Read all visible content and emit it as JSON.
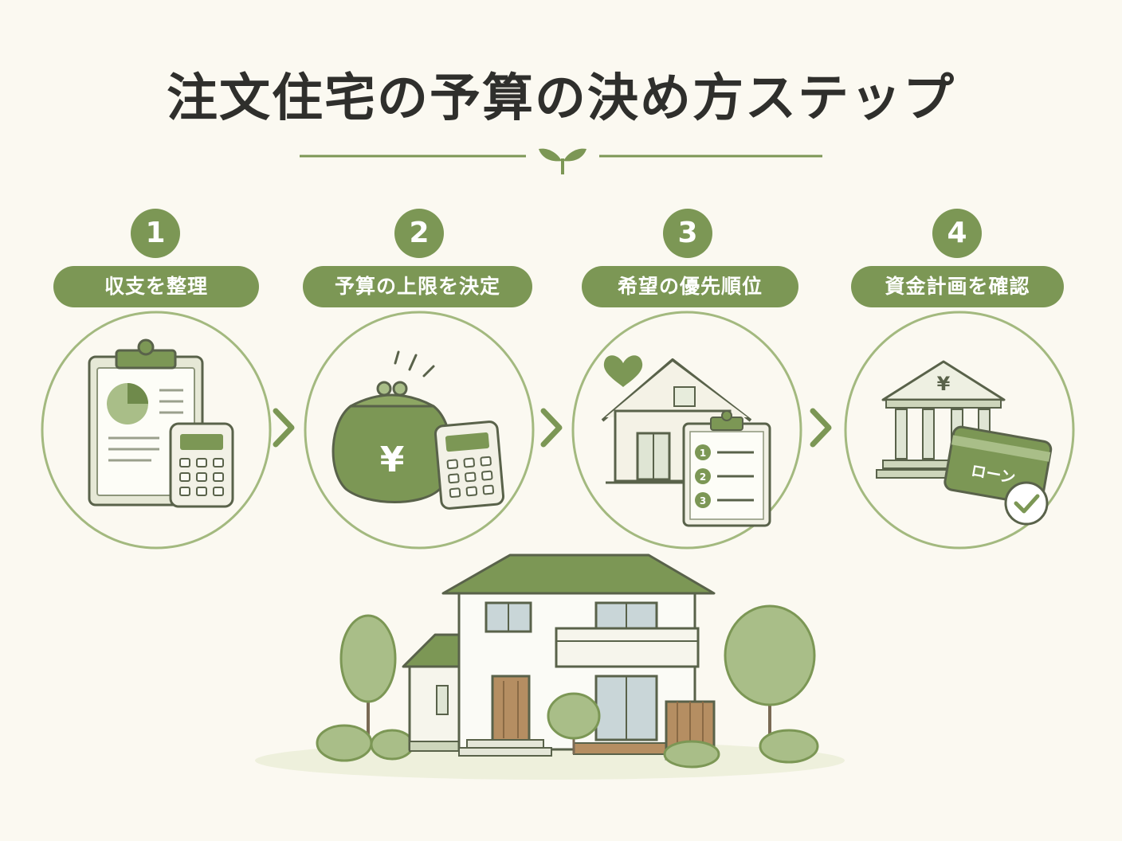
{
  "title": "注文住宅の予算の決め方ステップ",
  "colors": {
    "background": "#fbf9f1",
    "accent": "#7c9755",
    "accent_light": "#a9be88",
    "text": "#2f2f2c"
  },
  "steps": [
    {
      "number": "1",
      "label": "収支を整理",
      "icon": "clipboard-calculator-icon"
    },
    {
      "number": "2",
      "label": "予算の上限を決定",
      "icon": "purse-yen-icon",
      "purse_symbol": "¥"
    },
    {
      "number": "3",
      "label": "希望の優先順位",
      "icon": "house-priority-list-icon",
      "list_numbers": [
        "1",
        "2",
        "3"
      ]
    },
    {
      "number": "4",
      "label": "資金計画を確認",
      "icon": "bank-loan-icon",
      "bank_symbol": "¥",
      "card_label": "ローン"
    }
  ],
  "illustration": "house-with-trees-icon"
}
